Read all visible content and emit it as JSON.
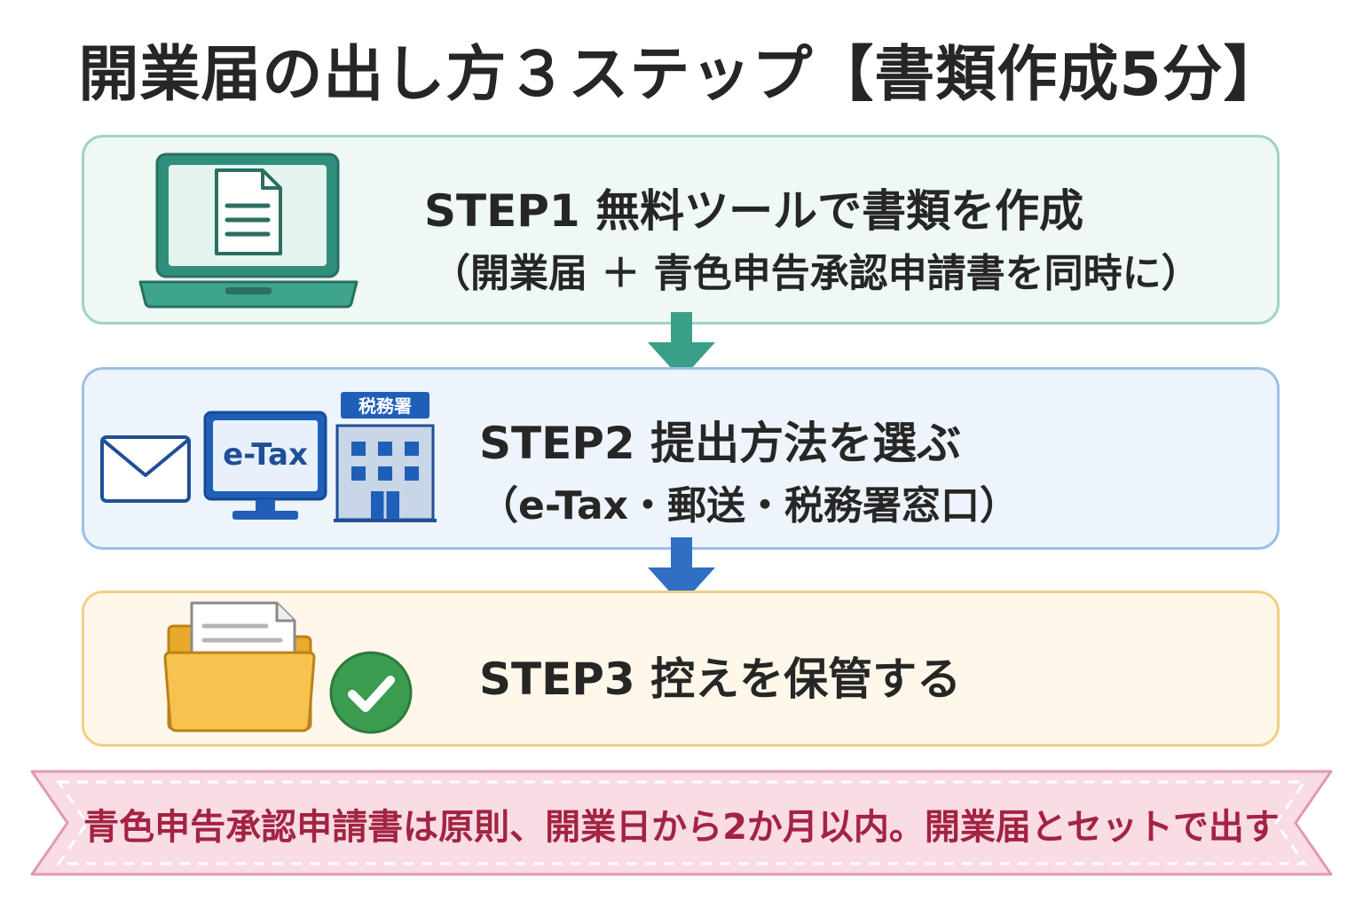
{
  "title": "開業届の出し方３ステップ【書類作成5分】",
  "steps": [
    {
      "title": "STEP1  無料ツールで書類を作成",
      "subtitle": "（開業届 ＋ 青色申告承認申請書を同時に）"
    },
    {
      "title": "STEP2  提出方法を選ぶ",
      "subtitle": "（e-Tax・郵送・税務署窓口）"
    },
    {
      "title": "STEP3  控えを保管する"
    }
  ],
  "icons": {
    "step1": "laptop-document-icon",
    "step2": [
      "envelope-icon",
      "e-tax-monitor-icon",
      "tax-office-building-icon"
    ],
    "step3": [
      "folder-document-icon",
      "checkmark-circle-icon"
    ]
  },
  "labels": {
    "monitor": "e-Tax",
    "building": "税務署"
  },
  "banner": {
    "text": "青色申告承認申請書は原則、開業日から2か月以内。開業届とセットで出す"
  },
  "colors": {
    "step1_accent": "#3a9f87",
    "step2_accent": "#2f6fc4",
    "step3_accent": "#f1cf86",
    "banner_fill": "#f9dce4",
    "banner_text": "#a32343"
  }
}
